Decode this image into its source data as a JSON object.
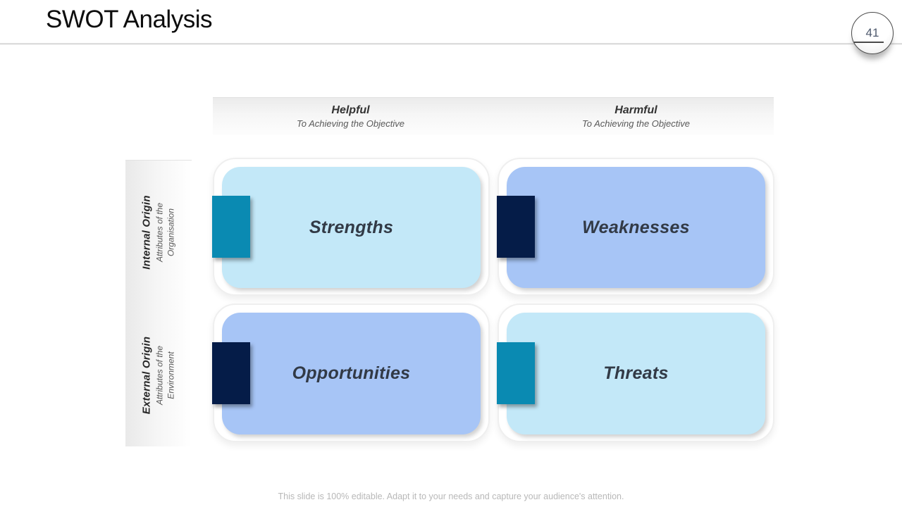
{
  "slide": {
    "title": "SWOT Analysis",
    "page_number": "41",
    "footer": "This slide is 100% editable. Adapt it to your needs and capture your audience's attention."
  },
  "matrix": {
    "columns": [
      {
        "label": "Helpful",
        "sublabel": "To Achieving the Objective"
      },
      {
        "label": "Harmful",
        "sublabel": "To Achieving the Objective"
      }
    ],
    "rows": [
      {
        "label": "Internal Origin",
        "sublabel": "Attributes of the Organisation"
      },
      {
        "label": "External Origin",
        "sublabel": "Attributes of the Environment"
      }
    ],
    "quadrants": [
      {
        "label": "Strengths",
        "card_color": "#c3e8f8",
        "tab_color": "#0a8ab2"
      },
      {
        "label": "Weaknesses",
        "card_color": "#a7c5f6",
        "tab_color": "#051c48"
      },
      {
        "label": "Opportunities",
        "card_color": "#a7c5f6",
        "tab_color": "#051c48"
      },
      {
        "label": "Threats",
        "card_color": "#c3e8f8",
        "tab_color": "#0a8ab2"
      }
    ]
  },
  "colors": {
    "light_blue_card": "#c3e8f8",
    "periwinkle_card": "#a7c5f6",
    "teal_tab": "#0a8ab2",
    "navy_tab": "#051c48",
    "divider_gray": "#dcdcdc"
  }
}
